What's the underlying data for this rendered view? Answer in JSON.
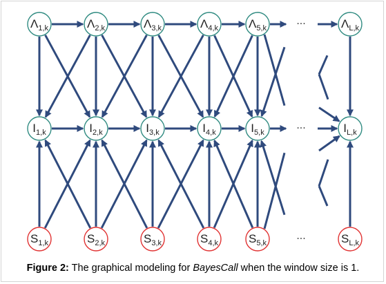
{
  "diagram": {
    "rows": [
      {
        "name": "lambda",
        "stroke": "#2e8a80",
        "nodes": [
          {
            "base": "Λ",
            "sub": "1,k"
          },
          {
            "base": "Λ",
            "sub": "2,k"
          },
          {
            "base": "Λ",
            "sub": "3,k"
          },
          {
            "base": "Λ",
            "sub": "4,k"
          },
          {
            "base": "Λ",
            "sub": "5,k"
          },
          {
            "base": "Λ",
            "sub": "L,k"
          }
        ]
      },
      {
        "name": "intensity",
        "stroke": "#2e8a80",
        "nodes": [
          {
            "base": "I",
            "sub": "1,k"
          },
          {
            "base": "I",
            "sub": "2,k"
          },
          {
            "base": "I",
            "sub": "3,k"
          },
          {
            "base": "I",
            "sub": "4,k"
          },
          {
            "base": "I",
            "sub": "5,k"
          },
          {
            "base": "I",
            "sub": "L,k"
          }
        ]
      },
      {
        "name": "state",
        "stroke": "#e03030",
        "nodes": [
          {
            "base": "S",
            "sub": "1,k"
          },
          {
            "base": "S",
            "sub": "2,k"
          },
          {
            "base": "S",
            "sub": "3,k"
          },
          {
            "base": "S",
            "sub": "4,k"
          },
          {
            "base": "S",
            "sub": "5,k"
          },
          {
            "base": "S",
            "sub": "L,k"
          }
        ]
      }
    ],
    "ellipsis": "···",
    "edge_color": "#2f4a7d"
  },
  "caption": {
    "label": "Figure 2:",
    "text_before": " The graphical modeling for ",
    "emphasis": "BayesCall",
    "text_after": " when the window size is 1."
  }
}
